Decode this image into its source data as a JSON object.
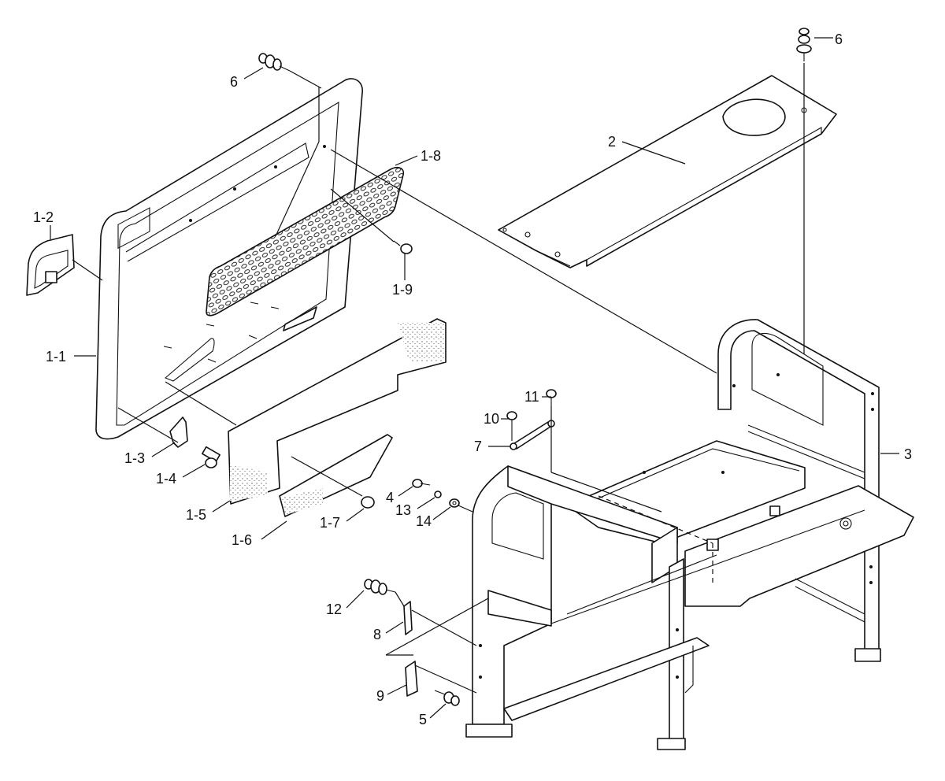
{
  "labels": {
    "p6_top": "6",
    "p6_left": "6",
    "p2": "2",
    "p1_8": "1-8",
    "p1_2": "1-2",
    "p1_9": "1-9",
    "p1_1": "1-1",
    "p11": "11",
    "p10": "10",
    "p7": "7",
    "p3": "3",
    "p1_3": "1-3",
    "p1_4": "1-4",
    "p1_5": "1-5",
    "p1_6": "1-6",
    "p1_7": "1-7",
    "p4": "4",
    "p13": "13",
    "p14": "14",
    "p12": "12",
    "p8": "8",
    "p9": "9",
    "p5": "5"
  }
}
